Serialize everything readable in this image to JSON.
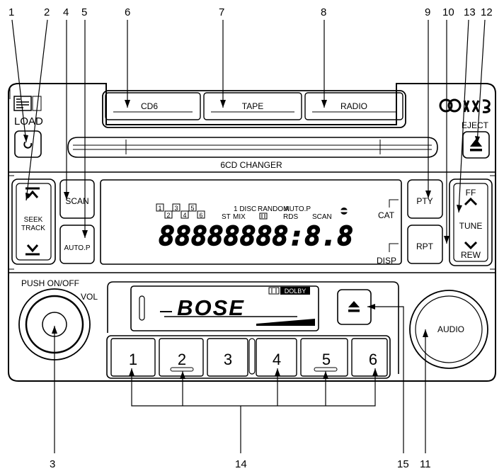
{
  "callouts": [
    "1",
    "2",
    "4",
    "5",
    "6",
    "7",
    "8",
    "9",
    "10",
    "13",
    "12",
    "3",
    "14",
    "15",
    "11"
  ],
  "top_buttons": {
    "cd6": "CD6",
    "tape": "TAPE",
    "radio": "RADIO"
  },
  "load_label": "LOAD",
  "eject_label": "EJECT",
  "changer_label": "6CD CHANGER",
  "seek_label": [
    "SEEK",
    "TRACK"
  ],
  "scan_label": "SCAN",
  "autop_label": "AUTO.P",
  "pty_label": "PTY",
  "rpt_label": "RPT",
  "tune": {
    "ff": "FF",
    "label": "TUNE",
    "rew": "REW"
  },
  "display": {
    "discs_top": [
      "1",
      "3",
      "5"
    ],
    "discs_bottom": [
      "2",
      "4",
      "6"
    ],
    "modes_row1": [
      "1 DISC",
      "RANDOM",
      "AUTO.P"
    ],
    "modes_row2": [
      "ST",
      "MIX",
      "RDS",
      "SCAN"
    ],
    "cat": "CAT",
    "disp": "DISP",
    "digits": "88888888:8.8"
  },
  "power_label": "PUSH ON/OFF",
  "vol_label": "VOL",
  "brand": "BOSE",
  "dolby": "DOLBY",
  "audio_label": "AUDIO",
  "presets": [
    "1",
    "2",
    "3",
    "4",
    "5",
    "6"
  ]
}
